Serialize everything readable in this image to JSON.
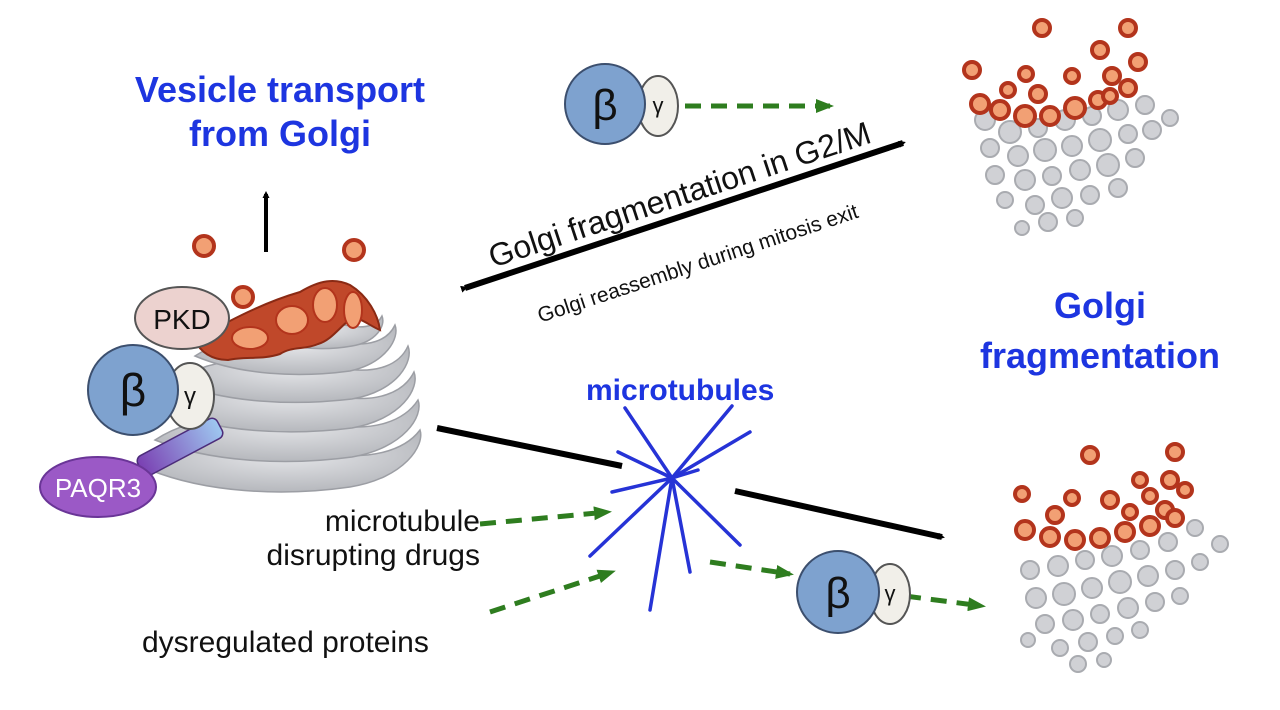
{
  "labels": {
    "vesicle_line1": "Vesicle transport",
    "vesicle_line2": "from Golgi",
    "fragmentation_arrow": "Golgi fragmentation in G2/M",
    "reassembly_arrow": "Golgi reassembly during mitosis exit",
    "golgi_frag_line1": "Golgi",
    "golgi_frag_line2": "fragmentation",
    "microtubules": "microtubules",
    "drugs_line1": "microtubule",
    "drugs_line2": "disrupting drugs",
    "dysregulated": "dysregulated proteins",
    "pkd": "PKD",
    "paqr3": "PAQR3",
    "beta": "β",
    "gamma": "γ"
  },
  "colors": {
    "heading_blue": "#1d35e0",
    "beta_fill": "#7ea2cf",
    "gamma_fill": "#f1efe9",
    "pkd_fill": "#ecd2cf",
    "paqr3_fill": "#9b59c6",
    "vesicle_red": "#b3341c",
    "vesicle_core": "#f2a074",
    "vesicle_grey": "#c9cacd",
    "dashed_green": "#2e7d1f",
    "microtubule_blue": "#2633d6"
  },
  "icons": [
    "golgi-apparatus-icon",
    "fragmented-golgi-icon",
    "microtubule-aster-icon"
  ]
}
